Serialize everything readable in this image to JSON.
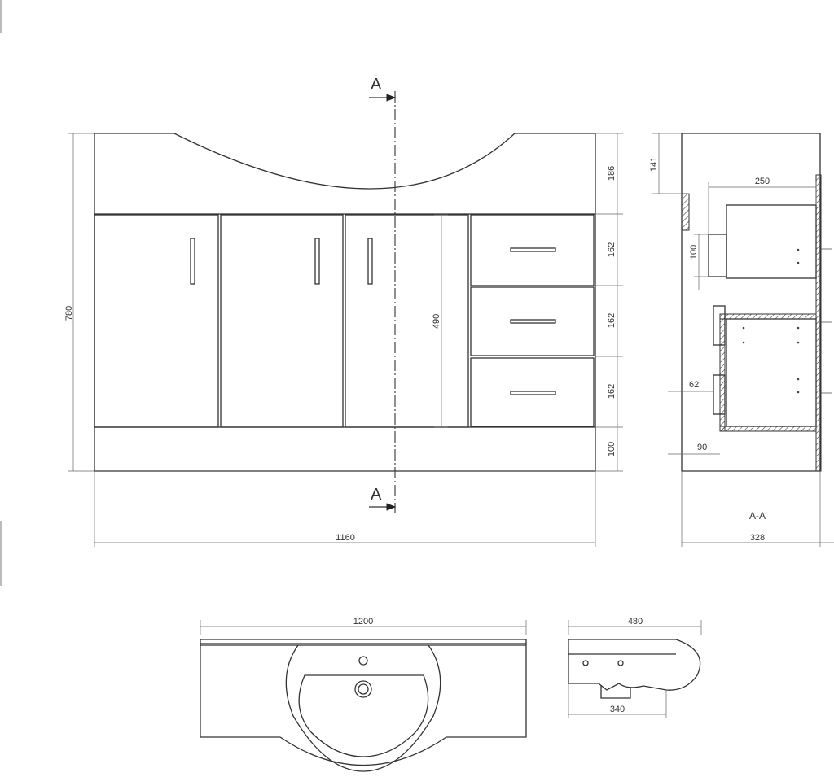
{
  "section_marks": {
    "top": "A",
    "bottom": "A"
  },
  "front_view": {
    "dims": {
      "overall_width": "1160",
      "overall_height": "780",
      "top_panel": "186",
      "drawer_1": "162",
      "drawer_2": "162",
      "drawer_3": "162",
      "plinth": "100",
      "door_height": "490"
    }
  },
  "section_view": {
    "label": "A-A",
    "dims": {
      "depth": "328",
      "top_step": "141",
      "drawer_depth": "250",
      "handle": "100",
      "side_62": "62",
      "side_90": "90"
    }
  },
  "basin_plan": {
    "dims": {
      "width": "1200"
    }
  },
  "basin_side": {
    "dims": {
      "depth": "480",
      "bowl": "340"
    }
  }
}
